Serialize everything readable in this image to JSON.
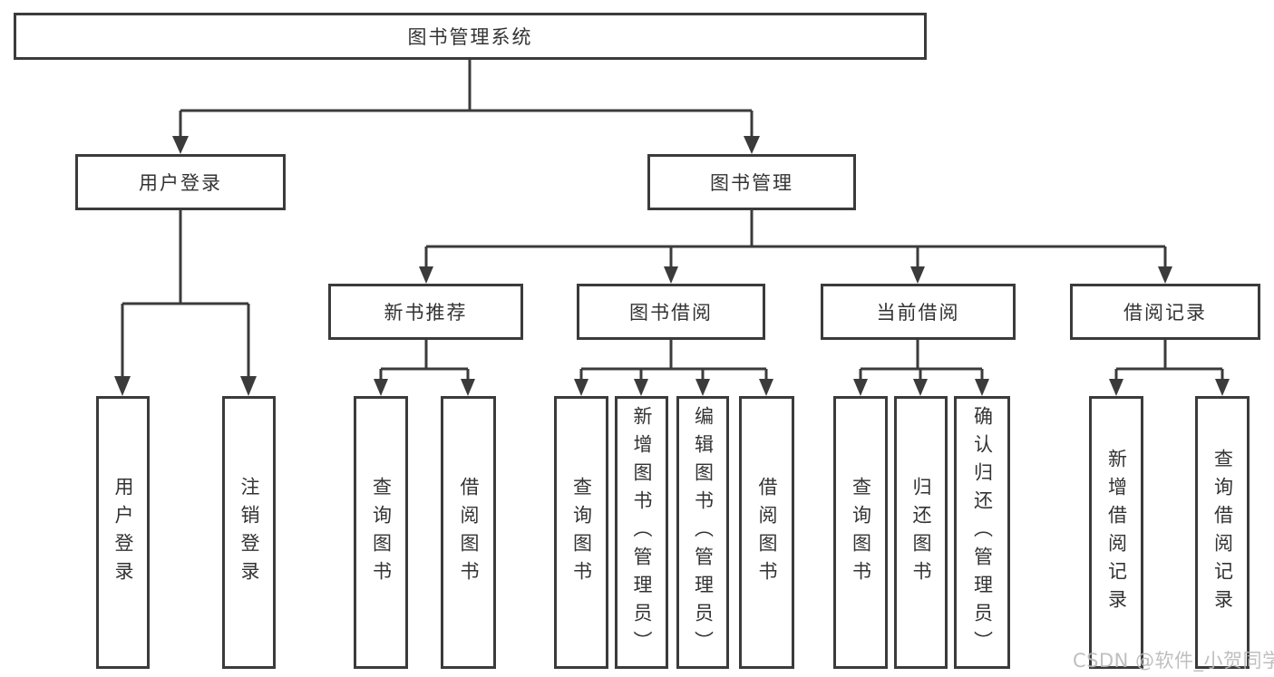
{
  "title": "图书管理系统",
  "watermark": "CSDN @软件_小贺同学",
  "colors": {
    "line": "#3b3b3b",
    "text": "#333333",
    "background": "#ffffff",
    "watermark": "#b9b9b9"
  },
  "tree": {
    "root": {
      "label": "图书管理系统"
    },
    "branches": [
      {
        "label": "用户登录",
        "children": [
          {
            "label": "用户登录"
          },
          {
            "label": "注销登录"
          }
        ]
      },
      {
        "label": "图书管理",
        "children": [
          {
            "label": "新书推荐",
            "children": [
              {
                "label": "查询图书"
              },
              {
                "label": "借阅图书"
              }
            ]
          },
          {
            "label": "图书借阅",
            "children": [
              {
                "label": "查询图书"
              },
              {
                "label": "新增图书（管理员）"
              },
              {
                "label": "编辑图书（管理员）"
              },
              {
                "label": "借阅图书"
              }
            ]
          },
          {
            "label": "当前借阅",
            "children": [
              {
                "label": "查询图书"
              },
              {
                "label": "归还图书"
              },
              {
                "label": "确认归还（管理员）"
              }
            ]
          },
          {
            "label": "借阅记录",
            "children": [
              {
                "label": "新增借阅记录"
              },
              {
                "label": "查询借阅记录"
              }
            ]
          }
        ]
      }
    ]
  }
}
